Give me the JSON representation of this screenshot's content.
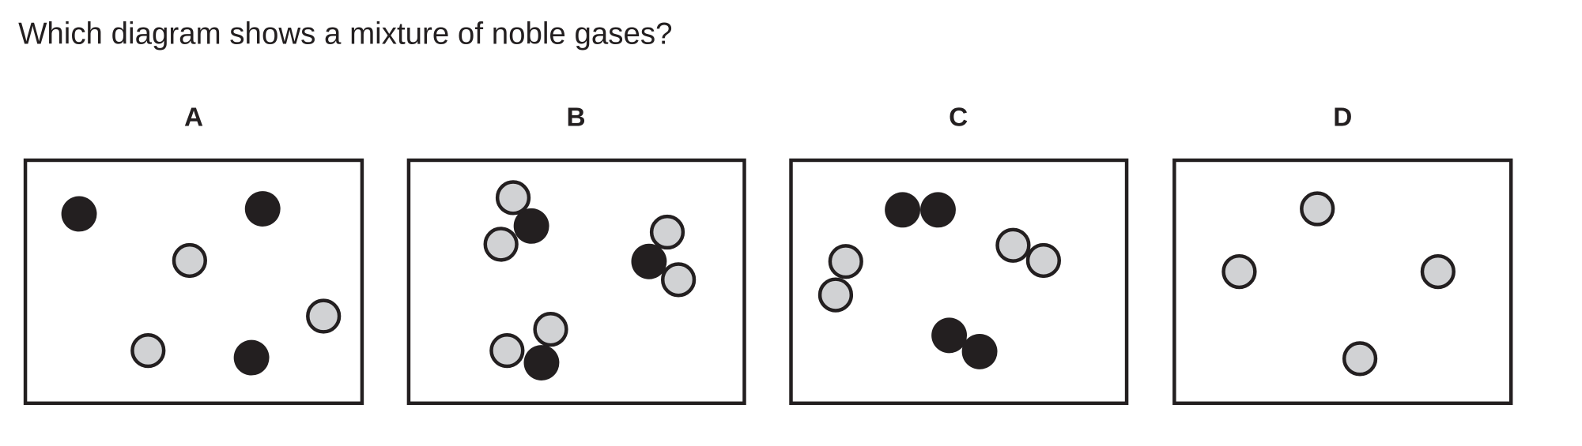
{
  "question": "Which diagram shows a mixture of noble gases?",
  "options": [
    {
      "label": "A"
    },
    {
      "label": "B"
    },
    {
      "label": "C"
    },
    {
      "label": "D"
    }
  ]
}
